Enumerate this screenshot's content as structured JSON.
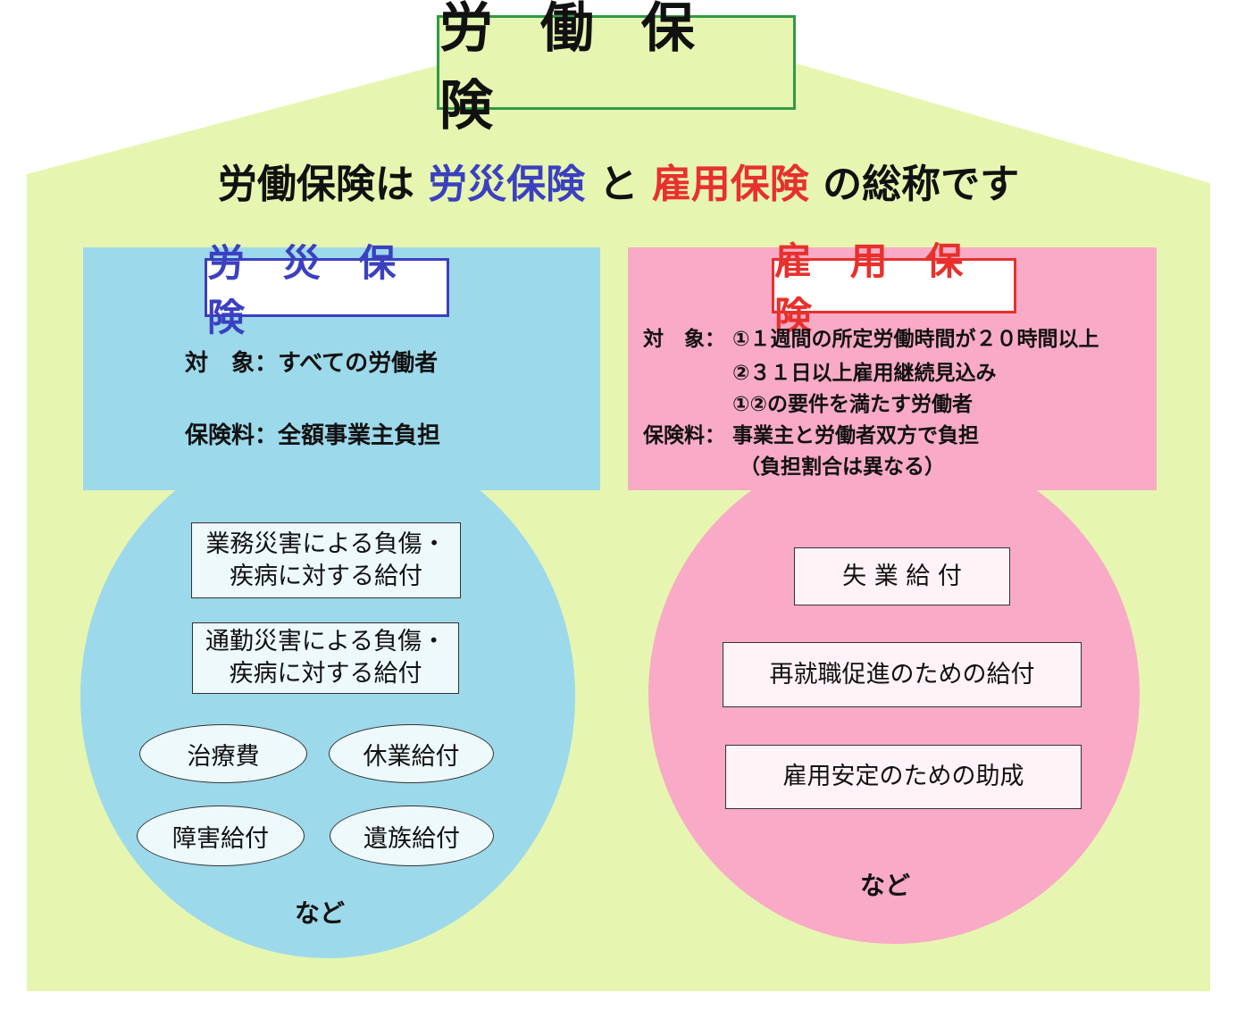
{
  "title": "労 働 保 険",
  "subtitle": {
    "part1": "労働保険は ",
    "rousai": "労災保険",
    "part2": " と ",
    "koyou": "雇用保険",
    "part3": " の総称です"
  },
  "rousai": {
    "heading": "労 災 保 険",
    "target_label": "対　象：",
    "target": "すべての労働者",
    "premium_label": "保険料：",
    "premium": "全額事業主負担",
    "benefits": [
      "業務災害による負傷・",
      "疾病に対する給付",
      "通勤災害による負傷・",
      "疾病に対する給付"
    ],
    "ellipses": [
      "治療費",
      "休業給付",
      "障害給付",
      "遺族給付"
    ],
    "etc": "など"
  },
  "koyou": {
    "heading": "雇 用 保 険",
    "target_label": "対　象：",
    "target_lines": [
      "①１週間の所定労働時間が２０時間以上",
      "②３１日以上雇用継続見込み",
      "①②の要件を満たす労働者"
    ],
    "premium_label": "保険料：",
    "premium_lines": [
      "事業主と労働者双方で負担",
      "（負担割合は異なる）"
    ],
    "benefits": [
      "失 業 給 付",
      "再就職促進のための給付",
      "雇用安定のための助成"
    ],
    "etc": "など"
  },
  "colors": {
    "background": "#e6f6b0",
    "title_border": "#2e9b46",
    "rousai_accent": "#3b40c0",
    "koyou_accent": "#e8302c",
    "rousai_fill": "#9cd9ea",
    "koyou_fill": "#f9aac6"
  }
}
